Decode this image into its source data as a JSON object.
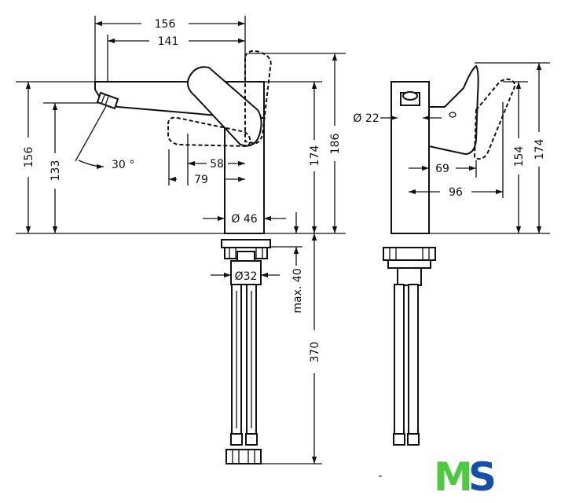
{
  "dimensions": {
    "side_view": {
      "width_overall": "156",
      "width_spout": "141",
      "height_spout_top": "156",
      "height_spout_outlet": "133",
      "angle": "30 °",
      "lever_reach": "58",
      "body_reach": "79",
      "body_diameter": "Ø 46",
      "thread_diameter": "Ø32",
      "max_thickness": "max. 40",
      "hose_length": "370",
      "height_body": "174",
      "height_lever": "186"
    },
    "front_view": {
      "aerator_diameter": "Ø 22",
      "lever_offset": "69",
      "lever_reach": "96",
      "lever_height": "154",
      "height_total": "174"
    }
  },
  "logo": {
    "letter_left": "M",
    "letter_right": "S",
    "color_left": "#4cc93f",
    "color_right": "#1550a8"
  },
  "stray_mark": "-"
}
